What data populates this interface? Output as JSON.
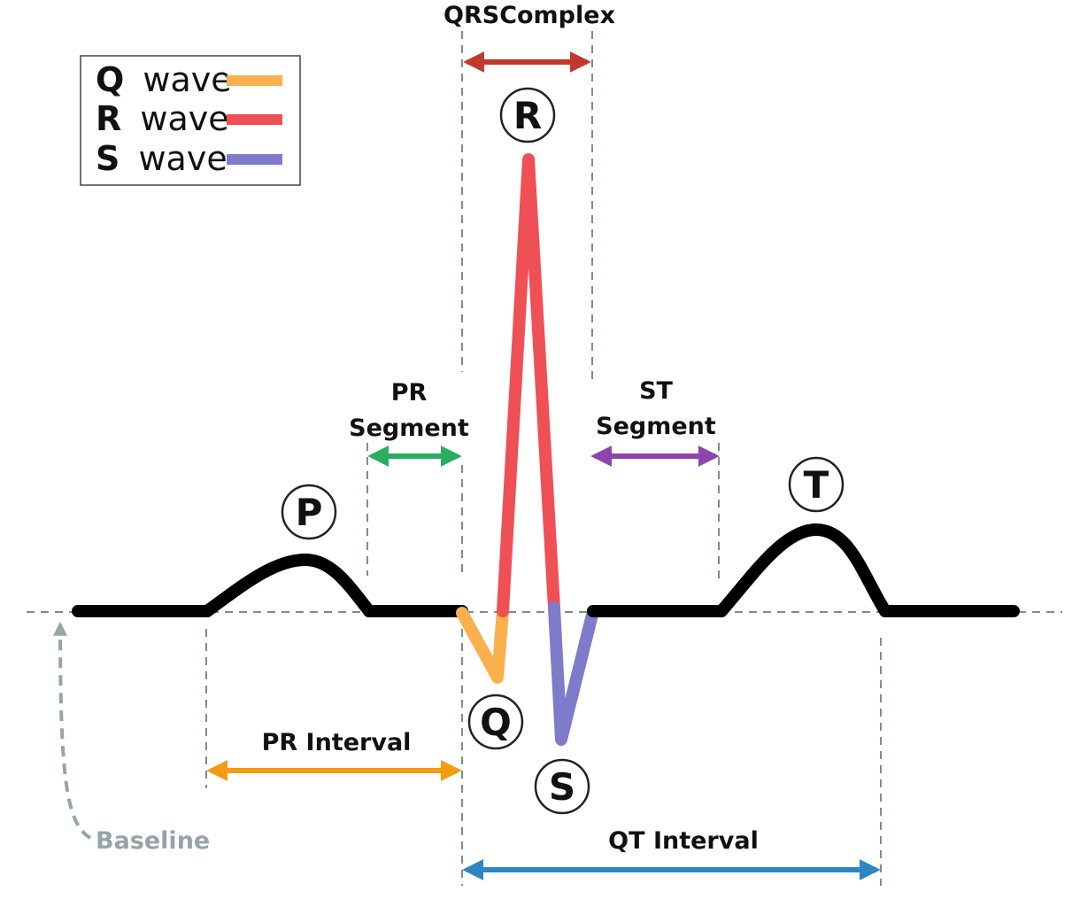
{
  "legend": {
    "items": [
      {
        "letter": "Q",
        "text": "wave",
        "color": "#f9b04d"
      },
      {
        "letter": "R",
        "text": "wave",
        "color": "#ef5055"
      },
      {
        "letter": "S",
        "text": "wave",
        "color": "#7e7bcb"
      }
    ]
  },
  "peaks": {
    "p": "P",
    "q": "Q",
    "r": "R",
    "s": "S",
    "t": "T"
  },
  "labels": {
    "qrs_complex": "QRSComplex",
    "pr_segment_line1": "PR",
    "pr_segment_line2": "Segment",
    "st_segment_line1": "ST",
    "st_segment_line2": "Segment",
    "pr_interval": "PR Interval",
    "qt_interval": "QT Interval",
    "baseline": "Baseline"
  },
  "colors": {
    "trace": "#000000",
    "q_wave": "#f9b04d",
    "r_wave": "#ef5055",
    "s_wave": "#7e7bcb",
    "qrs_arrow": "#c0392b",
    "pr_segment_arrow": "#27ae60",
    "st_segment_arrow": "#8e44ad",
    "pr_interval_arrow": "#f39c12",
    "qt_interval_arrow": "#2e86c1",
    "guide": "#7f8c8d",
    "baseline_text": "#95a5a6"
  }
}
